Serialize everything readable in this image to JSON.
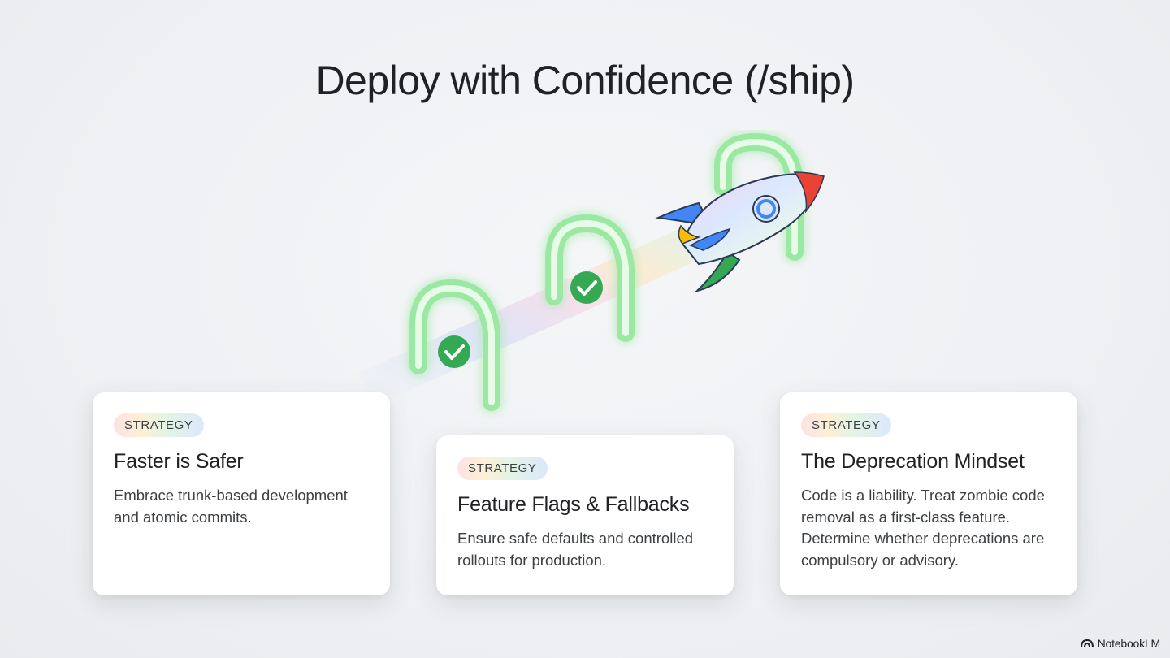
{
  "slide": {
    "title": "Deploy with Confidence (/ship)"
  },
  "cards": [
    {
      "badge": "STRATEGY",
      "title": "Faster is Safer",
      "body": "Embrace trunk-based development and atomic commits."
    },
    {
      "badge": "STRATEGY",
      "title": "Feature Flags & Fallbacks",
      "body": "Ensure safe defaults and controlled rollouts for production."
    },
    {
      "badge": "STRATEGY",
      "title": "The Deprecation Mindset",
      "body": "Code is a liability. Treat zombie code removal as a first-class feature. Determine whether deprecations are compulsory or advisory."
    }
  ],
  "illustration": {
    "icons": [
      "gate-arch-icon",
      "checkmark-icon",
      "rocket-icon"
    ],
    "colors": {
      "gate": "#8fe39a",
      "check": "#34a853",
      "rocket_blue": "#4285f4",
      "rocket_red": "#ea4335",
      "rocket_green": "#34a853",
      "rocket_yellow": "#fbbc04"
    }
  },
  "footer": {
    "brand": "NotebookLM",
    "icon": "notebooklm-logo-icon"
  }
}
